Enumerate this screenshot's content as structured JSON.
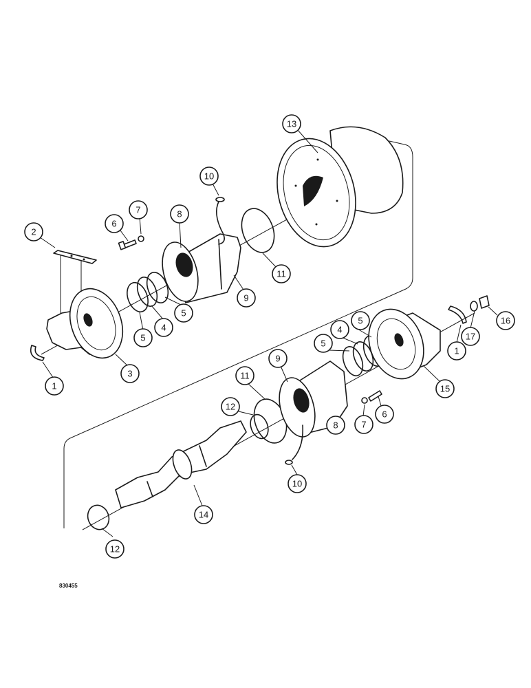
{
  "drawing_number": "830455",
  "callouts": [
    {
      "id": "c13",
      "label": "13"
    },
    {
      "id": "c10a",
      "label": "10"
    },
    {
      "id": "c7a",
      "label": "7"
    },
    {
      "id": "c6a",
      "label": "6"
    },
    {
      "id": "c8a",
      "label": "8"
    },
    {
      "id": "c2",
      "label": "2"
    },
    {
      "id": "c11a",
      "label": "11"
    },
    {
      "id": "c9a",
      "label": "9"
    },
    {
      "id": "c5a",
      "label": "5"
    },
    {
      "id": "c4a",
      "label": "4"
    },
    {
      "id": "c5b",
      "label": "5"
    },
    {
      "id": "c1a",
      "label": "1"
    },
    {
      "id": "c3",
      "label": "3"
    },
    {
      "id": "c5c",
      "label": "5"
    },
    {
      "id": "c4b",
      "label": "4"
    },
    {
      "id": "c5d",
      "label": "5"
    },
    {
      "id": "c9b",
      "label": "9"
    },
    {
      "id": "c16",
      "label": "16"
    },
    {
      "id": "c17",
      "label": "17"
    },
    {
      "id": "c1b",
      "label": "1"
    },
    {
      "id": "c15",
      "label": "15"
    },
    {
      "id": "c11b",
      "label": "11"
    },
    {
      "id": "c12a",
      "label": "12"
    },
    {
      "id": "c7b",
      "label": "7"
    },
    {
      "id": "c6b",
      "label": "6"
    },
    {
      "id": "c8b",
      "label": "8"
    },
    {
      "id": "c10b",
      "label": "10"
    },
    {
      "id": "c14",
      "label": "14"
    },
    {
      "id": "c12b",
      "label": "12"
    }
  ]
}
